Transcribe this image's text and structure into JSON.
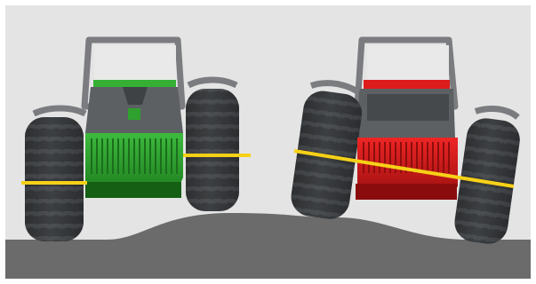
{
  "scene": {
    "background_color": "#e4e4e4",
    "ground_color": "#6b6b6b",
    "border_color": "#ffffff"
  },
  "tractors": [
    {
      "side": "left",
      "brand_color": "#2fa12f",
      "dark_color": "#1f7a1f",
      "state": "level"
    },
    {
      "side": "right",
      "brand_color": "#d21a1a",
      "dark_color": "#9e1010",
      "state": "tilted"
    }
  ],
  "indicator_color": "#f7d117"
}
